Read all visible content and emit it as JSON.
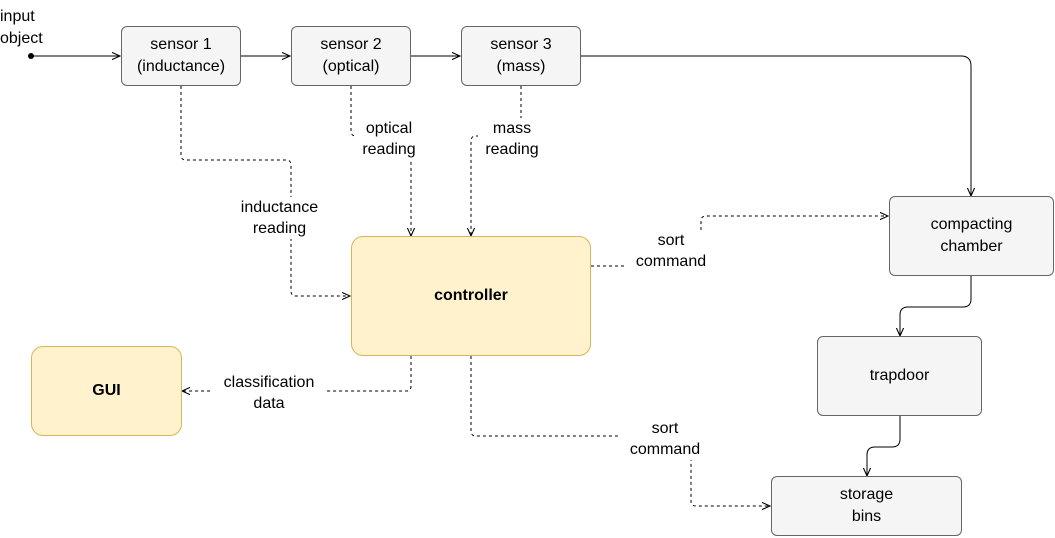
{
  "nodes": {
    "input": "input\nobject",
    "sensor1": "sensor 1\n(inductance)",
    "sensor2": "sensor 2\n(optical)",
    "sensor3": "sensor 3\n(mass)",
    "controller": "controller",
    "gui": "GUI",
    "compacting": "compacting\nchamber",
    "trapdoor": "trapdoor",
    "storage": "storage\nbins"
  },
  "edge_labels": {
    "optical": "optical\nreading",
    "mass": "mass\nreading",
    "inductance": "inductance\nreading",
    "sort_top": "sort\ncommand",
    "classification": "classification\ndata",
    "sort_bottom": "sort\ncommand"
  },
  "colors": {
    "process_fill": "#f5f5f5",
    "process_stroke": "#666666",
    "highlight_fill": "#fff2cc",
    "highlight_stroke": "#d6b656",
    "line": "#000000"
  }
}
